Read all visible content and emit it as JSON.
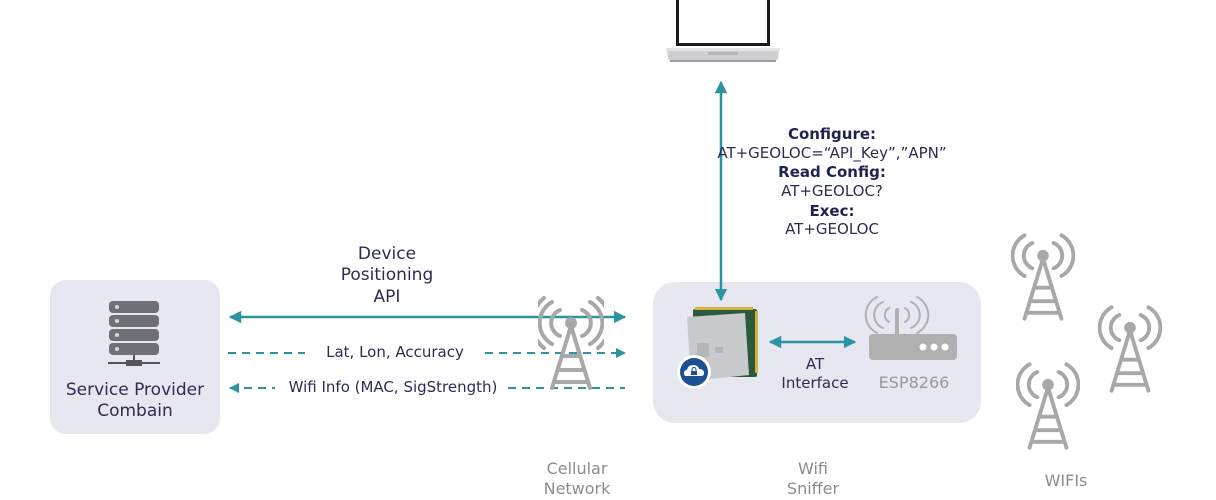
{
  "colors": {
    "arrow": "#2b93a2",
    "panel": "#e6e7f0",
    "text_dark": "#2a2e52",
    "text_grey": "#8c8c8c",
    "icon_grey": "#a8a8a8",
    "heading": "#1f2350"
  },
  "laptop": {
    "icon": "laptop-icon"
  },
  "commands": {
    "configure_label": "Configure:",
    "configure_cmd": "AT+GEOLOC=“API_Key”,”APN”",
    "read_label": "Read Config:",
    "read_cmd": "AT+GEOLOC?",
    "exec_label": "Exec:",
    "exec_cmd": "AT+GEOLOC"
  },
  "service_provider": {
    "icon": "server-icon",
    "line1": "Service Provider",
    "line2": "Combain"
  },
  "links": {
    "api_line1": "Device",
    "api_line2": "Positioning",
    "api_line3": "API",
    "latlon": "Lat, Lon, Accuracy",
    "wifi_info": "Wifi Info (MAC, SigStrength)",
    "at_line1": "AT",
    "at_line2": "Interface"
  },
  "module": {
    "icon": "cellular-module-icon",
    "badge_icon": "cloud-lock-icon"
  },
  "esp": {
    "icon": "wifi-router-icon",
    "label": "ESP8266"
  },
  "captions": {
    "cellular_line1": "Cellular",
    "cellular_line2": "Network",
    "sniffer_line1": "Wifi",
    "sniffer_line2": "Sniffer",
    "wifis": "WIFIs"
  }
}
